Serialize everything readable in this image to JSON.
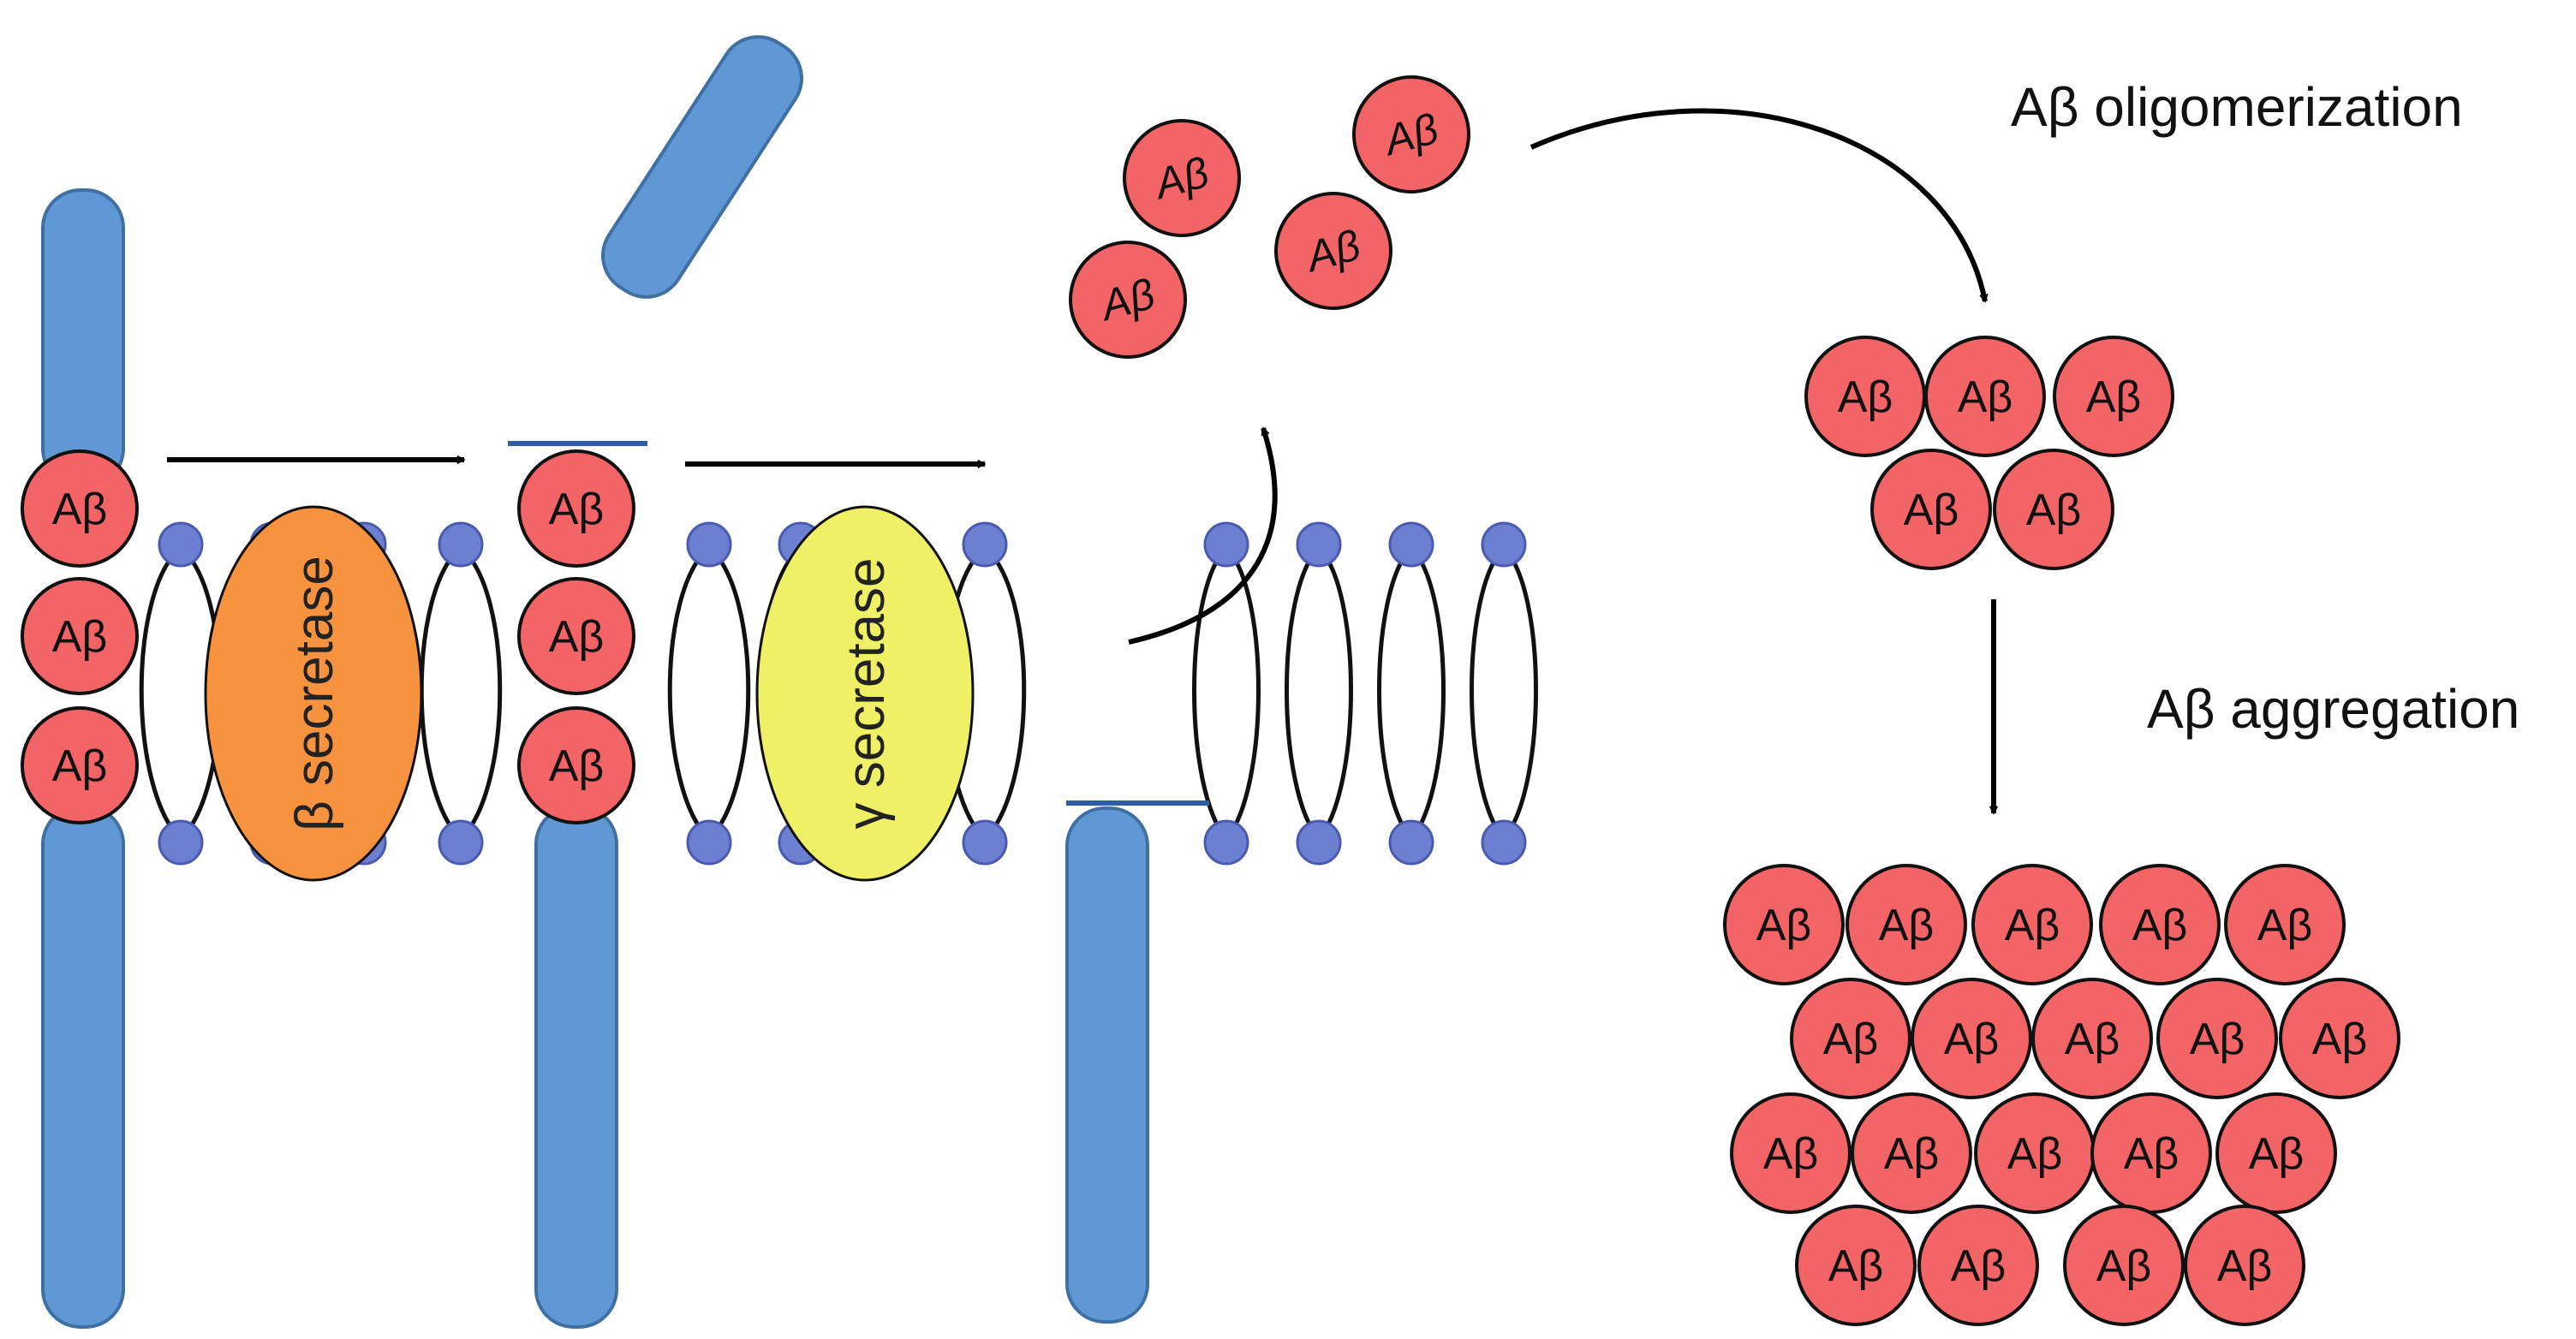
{
  "labels": {
    "oligomerization": "Aβ oligomerization",
    "aggregation": "Aβ aggregation"
  },
  "enzymes": {
    "beta": "β secretase",
    "gamma": "γ secretase"
  },
  "monomer_label": "Aβ",
  "colors": {
    "amyloid_fill": "#f26466",
    "protein_fill": "#5f98d4",
    "lipid_head": "#6c7fd1",
    "beta_secretase": "#f7923f",
    "gamma_secretase": "#eef065",
    "outline": "#111111"
  },
  "counts": {
    "membrane_segment_aβ": 3,
    "free_monomers": 4,
    "oligomer": 5,
    "aggregate": 19
  }
}
